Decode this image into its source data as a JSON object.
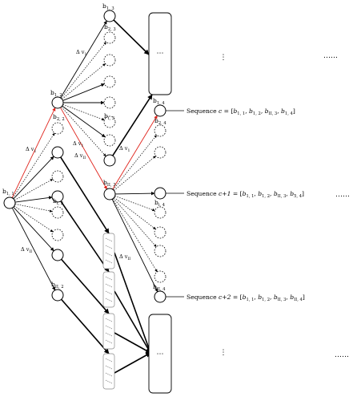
{
  "colors": {
    "ink": "#000000",
    "highlight": "#e0231b",
    "box_stroke": "#777777"
  },
  "labels": {
    "b11": [
      "b",
      "1, 1"
    ],
    "b12": [
      "b",
      "1, 2"
    ],
    "b22": [
      "b",
      "2, 2"
    ],
    "bi2": [
      "b",
      "i, 2"
    ],
    "bII2": [
      "b",
      "II, 2"
    ],
    "b13": [
      "b",
      "1, 3"
    ],
    "b23": [
      "b",
      "2, 3"
    ],
    "bi3_top": [
      "b",
      "i, 3"
    ],
    "bII3": [
      "b",
      "II, 3"
    ],
    "b14": [
      "b",
      "1, 4"
    ],
    "b24": [
      "b",
      "2, 4"
    ],
    "bi4": [
      "b",
      "i, 4"
    ],
    "bII4": [
      "b",
      "II, 4"
    ]
  },
  "delta_labels": {
    "d1_top": [
      "Δ v",
      "1"
    ],
    "d1_left": [
      "Δ v",
      "1"
    ],
    "dII_left": [
      "Δ v",
      "II"
    ],
    "dII_mid": [
      "Δ v",
      "II"
    ],
    "d1_mid": [
      "Δ v",
      "1"
    ],
    "dII_low": [
      "Δ v",
      "II"
    ]
  },
  "sequences": [
    {
      "prefix": "Sequence ",
      "var": "c",
      "terms": [
        [
          "b",
          "1, 1"
        ],
        [
          "b",
          "1, 2"
        ],
        [
          "b",
          "II, 3"
        ],
        [
          "b",
          "1, 4"
        ]
      ]
    },
    {
      "prefix": "Sequence ",
      "var": "c+1",
      "terms": [
        [
          "b",
          "1, 1"
        ],
        [
          "b",
          "1, 2"
        ],
        [
          "b",
          "II, 3"
        ],
        [
          "b",
          "5, 4"
        ]
      ]
    },
    {
      "prefix": "Sequence ",
      "var": "c+2",
      "terms": [
        [
          "b",
          "1, 1"
        ],
        [
          "b",
          "1, 2"
        ],
        [
          "b",
          "II, 3"
        ],
        [
          "b",
          "II, 4"
        ]
      ]
    }
  ],
  "ellipsis_vertical": "⋮",
  "ellipsis_box": "⋯",
  "ellipsis_horizontal": "……"
}
